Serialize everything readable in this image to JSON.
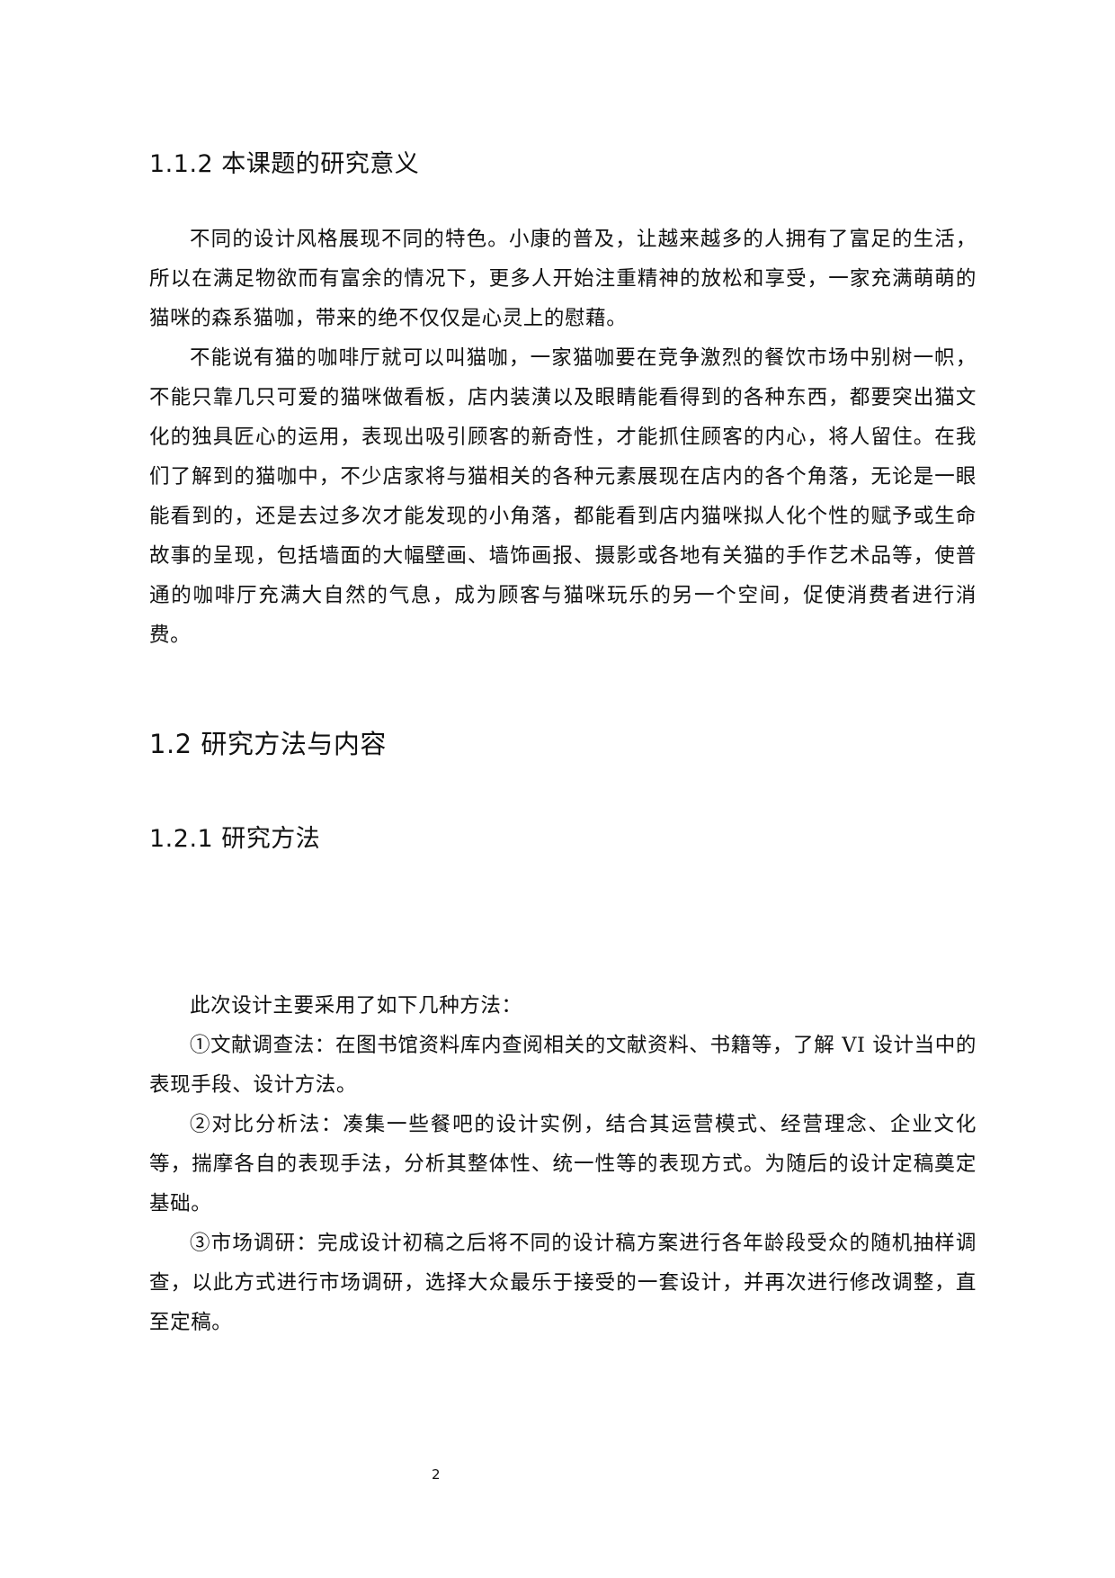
{
  "sections": [
    {
      "id": "1.1.2",
      "heading": "1.1.2 本课题的研究意义",
      "paragraphs": [
        "不同的设计风格展现不同的特色。小康的普及，让越来越多的人拥有了富足的生活，所以在满足物欲而有富余的情况下，更多人开始注重精神的放松和享受，一家充满萌萌的猫咪的森系猫咖，带来的绝不仅仅是心灵上的慰藉。",
        "不能说有猫的咖啡厅就可以叫猫咖，一家猫咖要在竞争激烈的餐饮市场中别树一帜，不能只靠几只可爱的猫咪做看板，店内装潢以及眼睛能看得到的各种东西，都要突出猫文化的独具匠心的运用，表现出吸引顾客的新奇性，才能抓住顾客的内心，将人留住。在我们了解到的猫咖中，不少店家将与猫相关的各种元素展现在店内的各个角落，无论是一眼能看到的，还是去过多次才能发现的小角落，都能看到店内猫咪拟人化个性的赋予或生命故事的呈现，包括墙面的大幅壁画、墙饰画报、摄影或各地有关猫的手作艺术品等，使普通的咖啡厅充满大自然的气息，成为顾客与猫咪玩乐的另一个空间，促使消费者进行消费。"
      ]
    },
    {
      "id": "1.2",
      "heading": "1.2 研究方法与内容"
    },
    {
      "id": "1.2.1",
      "heading": "1.2.1 研究方法",
      "paragraphs": [
        "此次设计主要采用了如下几种方法：",
        "①文献调查法：在图书馆资料库内查阅相关的文献资料、书籍等，了解 VI 设计当中的表现手段、设计方法。",
        "②对比分析法：凑集一些餐吧的设计实例，结合其运营模式、经营理念、企业文化等，揣摩各自的表现手法，分析其整体性、统一性等的表现方式。为随后的设计定稿奠定基础。",
        "③市场调研：完成设计初稿之后将不同的设计稿方案进行各年龄段受众的随机抽样调查，以此方式进行市场调研，选择大众最乐于接受的一套设计，并再次进行修改调整，直至定稿。"
      ]
    }
  ],
  "footer": {
    "page_number": "2"
  }
}
